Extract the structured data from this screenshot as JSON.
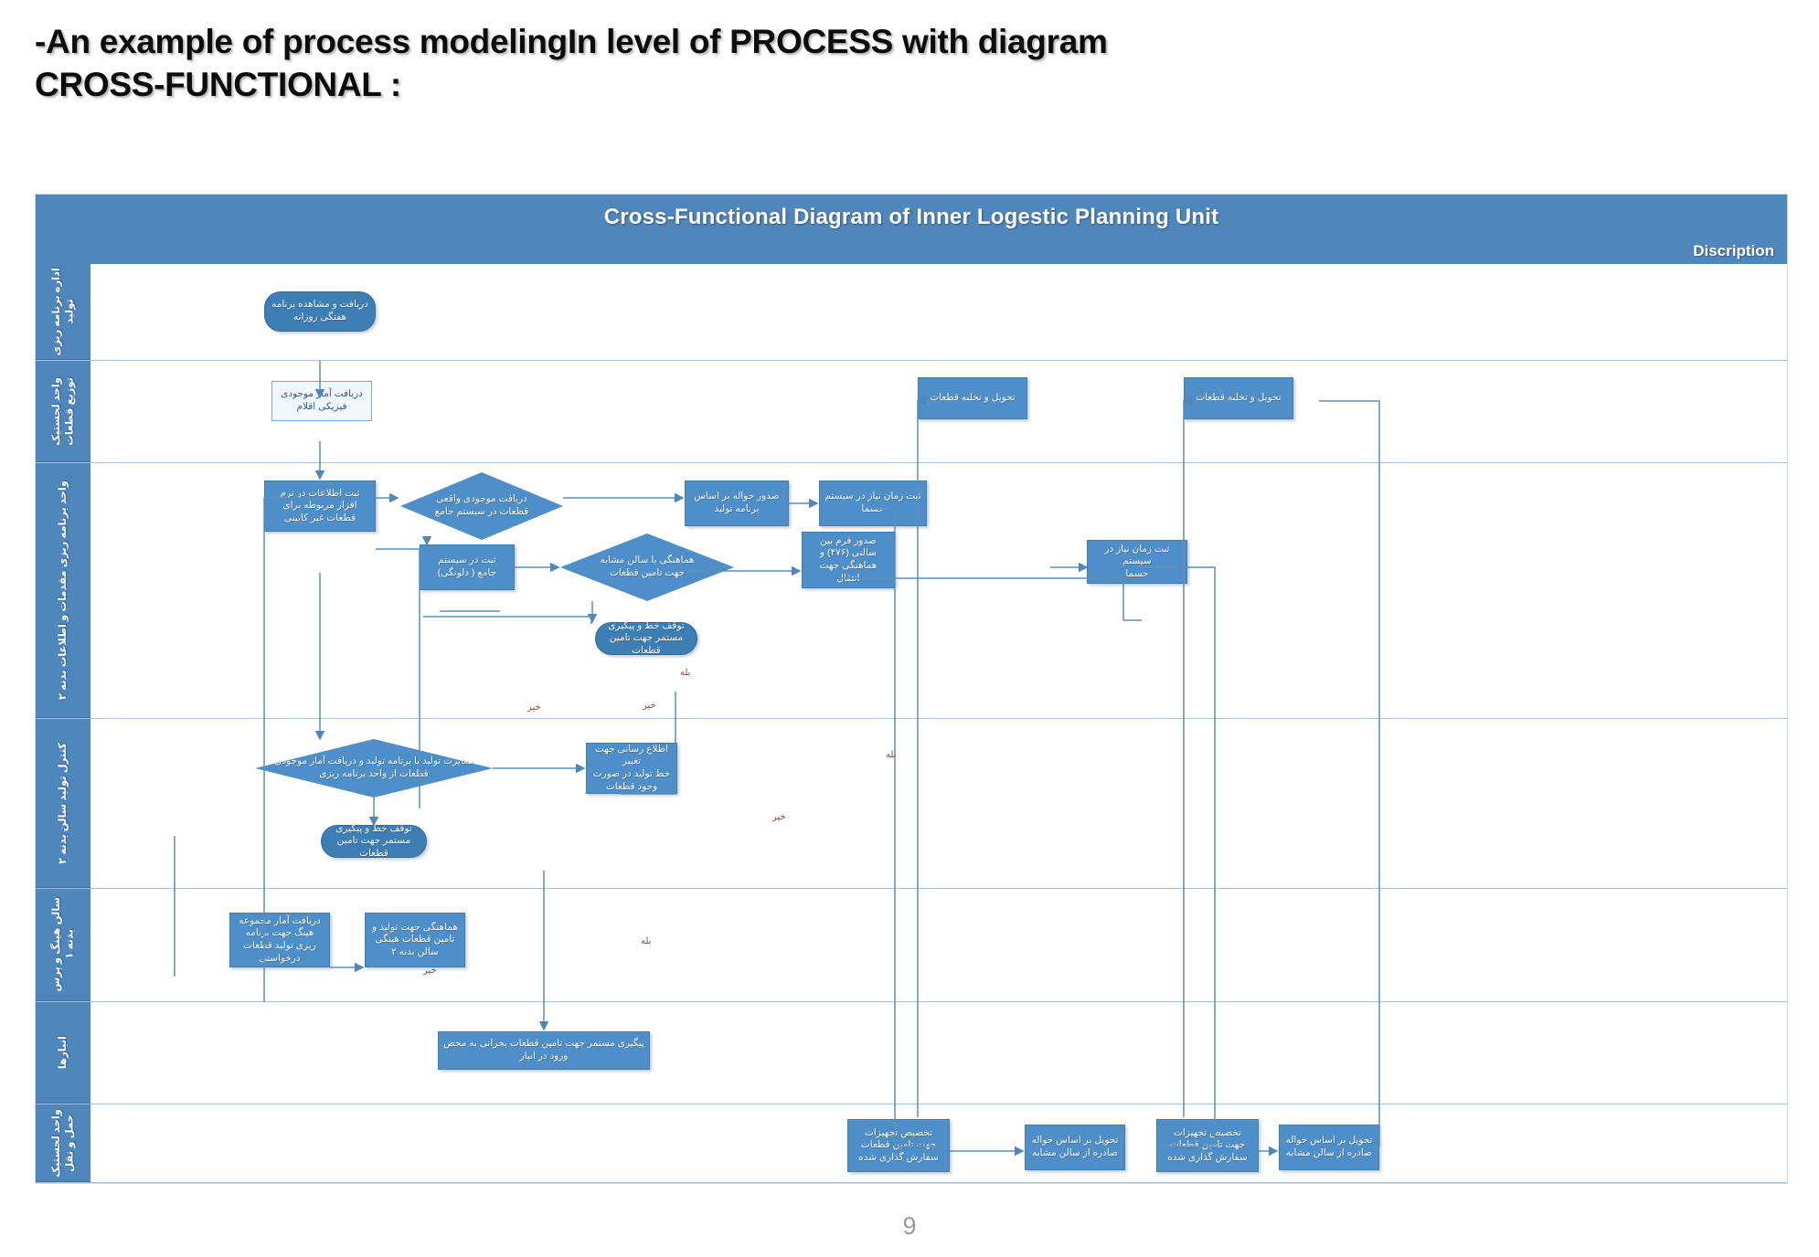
{
  "slide": {
    "title": "-An example of process modelingIn level of PROCESS with diagram\nCROSS-FUNCTIONAL :",
    "page_number": "9"
  },
  "diagram": {
    "header_title": "Cross-Functional Diagram of Inner Logestic Planning Unit",
    "description_label": "Discription",
    "colors": {
      "header_blue": "#4f87bd",
      "node_blue": "#4f8fc9",
      "terminator_blue": "#3d7fb5",
      "lane_border": "#9fc1de",
      "document_fill": "#f3f8fc",
      "connector": "#5b8fb9"
    },
    "lanes": [
      {
        "id": "lane-production-planning",
        "label": "اداره برنامه ریزی\nتولید"
      },
      {
        "id": "lane-parts-distribution",
        "label": "واحد لجستیک\nتوزیع قطعات"
      },
      {
        "id": "lane-planning-info",
        "label": "واحد برنامه ریزی مقدمات و اطلاعات بدنه ۲"
      },
      {
        "id": "lane-production-control",
        "label": "کنترل تولید سالن بدنه ۲"
      },
      {
        "id": "lane-hinge-press",
        "label": "سالن هینگ و پرس\nبدنه ۱"
      },
      {
        "id": "lane-warehouses",
        "label": "انبارها"
      },
      {
        "id": "lane-logistics-transport",
        "label": "واحد لجستیک\nحمل و نقل"
      }
    ],
    "nodes": [
      {
        "id": "n1",
        "lane": 0,
        "type": "terminator",
        "text": "دریافت و مشاهده برنامه\nهفتگی روزانه"
      },
      {
        "id": "n2",
        "lane": 1,
        "type": "document",
        "text": "دریافت آمار موجودی\nفیزیکی اقلام"
      },
      {
        "id": "n3",
        "lane": 1,
        "type": "rect",
        "text": "تحویل و تخلیه قطعات"
      },
      {
        "id": "n4",
        "lane": 1,
        "type": "rect",
        "text": "تحویل و تخلیه قطعات"
      },
      {
        "id": "n5",
        "lane": 2,
        "type": "rect",
        "text": "ثبت اطلاعات در نرم\nافزار مربوطه برای\nقطعات غیر کابینی"
      },
      {
        "id": "n6",
        "lane": 2,
        "type": "decision",
        "text": "دریافت موجودی واقعی\nقطعات در سیستم جامع"
      },
      {
        "id": "n7",
        "lane": 2,
        "type": "rect",
        "text": "صدور حواله بر اساس\nبرنامه تولید"
      },
      {
        "id": "n8",
        "lane": 2,
        "type": "rect",
        "text": "ثبت زمان نیاز در سیستم\nحسما"
      },
      {
        "id": "n9",
        "lane": 2,
        "type": "rect",
        "text": "ثبت در سیستم\nجامع ( دلونگی)"
      },
      {
        "id": "n10",
        "lane": 2,
        "type": "decision",
        "text": "هماهنگی با سالن مشابه\nجهت تامین قطعات"
      },
      {
        "id": "n11",
        "lane": 2,
        "type": "rect",
        "text": "صدور فرم بین\nسالنی (۴۷۶) و\nهماهنگی جهت\nانتقال"
      },
      {
        "id": "n12",
        "lane": 2,
        "type": "rect",
        "text": "ثبت زمان نیاز در سیستم\nحسما"
      },
      {
        "id": "n13",
        "lane": 2,
        "type": "terminator",
        "text": "توقف خط و پیگیری\nمستمر جهت تامین قطعات"
      },
      {
        "id": "n14",
        "lane": 3,
        "type": "decision",
        "text": "مغایرت تولید با برنامه تولید و دریافت آمار موجودی\nقطعات از واحد برنامه ریزی"
      },
      {
        "id": "n15",
        "lane": 3,
        "type": "rect",
        "text": "اطلاع رسانی جهت تغییر\nخط تولید در صورت\nوجود قطعات"
      },
      {
        "id": "n16",
        "lane": 3,
        "type": "terminator",
        "text": "توقف خط و پیگیری\nمستمر جهت تامین قطعات"
      },
      {
        "id": "n17",
        "lane": 4,
        "type": "rect",
        "text": "دریافت آمار مجموعه\nهینگ جهت برنامه\nریزی تولید قطعات\nدرخواستی"
      },
      {
        "id": "n18",
        "lane": 4,
        "type": "rect",
        "text": "هماهنگی جهت تولید و\nتامین قطعات هینگی\nسالن بدنه ۲"
      },
      {
        "id": "n19",
        "lane": 5,
        "type": "rect",
        "text": "پیگیری مستمر جهت تامین قطعات بحرانی به محض ورود در انبار"
      },
      {
        "id": "n20",
        "lane": 6,
        "type": "rect",
        "text": "تخصیص تجهیزات\nجهت تامین قطعات\nسفارش گذاری شده"
      },
      {
        "id": "n21",
        "lane": 6,
        "type": "rect",
        "text": "تحویل بر اساس حواله\nصادره از سالن مشابه"
      },
      {
        "id": "n22",
        "lane": 6,
        "type": "rect",
        "text": "تخصیص تجهیزات\nجهت تامین قطعات\nسفارش گذاری شده"
      },
      {
        "id": "n23",
        "lane": 6,
        "type": "rect",
        "text": "تحویل بر اساس حواله\nصادره از سالن مشابه"
      }
    ],
    "edge_labels": [
      {
        "id": "e1",
        "text": "بله"
      },
      {
        "id": "e2",
        "text": "خیر"
      },
      {
        "id": "e3",
        "text": "خیر"
      },
      {
        "id": "e4",
        "text": "بله"
      },
      {
        "id": "e5",
        "text": "خیر"
      },
      {
        "id": "e6",
        "text": "بله"
      },
      {
        "id": "e7",
        "text": "خیر"
      }
    ]
  }
}
